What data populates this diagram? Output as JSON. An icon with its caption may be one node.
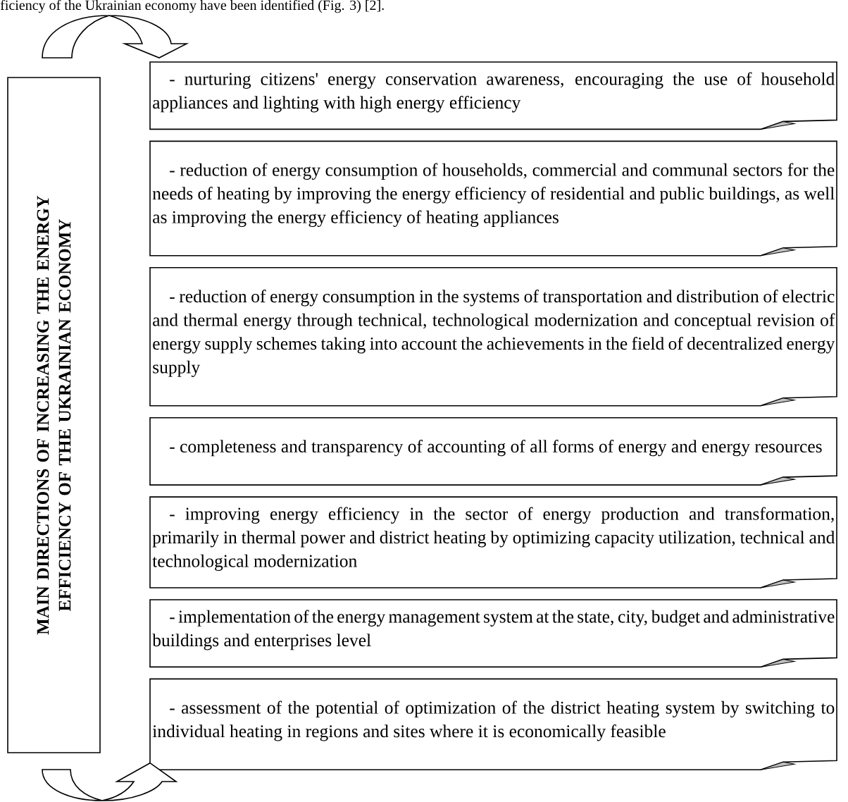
{
  "diagram": {
    "nodes": [
      {
        "text": [
          "MAIN DIRECTIONS OF INCREASING THE ENERGY EFFICIENCY OF THE UKRAINIAN ECONOMY"
        ]
      },
      {
        "text": [
          "- nurturing citizens' energy conservation awareness, encouraging the use of household appliances and lighting with high energy efficiency"
        ]
      },
      {
        "text": [
          "- reduction of energy consumption of households, commercial and communal sectors for the needs of heating by improving the energy efficiency of residential and public buildings, as well as improving the energy efficiency of heating appliances"
        ]
      },
      {
        "text": [
          "- reduction of energy consumption in the systems of transportation and distribution of electric and thermal energy through technical, technological modernization and conceptual revision of energy supply schemes taking into account the achievements in the field of decentralized energy supply"
        ]
      },
      {
        "text": [
          "- completeness and transparency of accounting of all forms of energy and energy resources"
        ]
      },
      {
        "text": [
          "- improving energy efficiency in the sector of energy production and transformation, primarily in thermal power and district heating by optimizing capacity utilization, technical and technological modernization"
        ]
      },
      {
        "text": [
          "- implementation of the energy management system at the state, city, budget and administrative buildings and enterprises level"
        ]
      },
      {
        "text": [
          "- assessment of the potential of optimization of the district heating system by switching to individual heating in regions and sites where it is economically feasible"
        ]
      }
    ],
    "edges": [
      {
        "from": null,
        "to": 1,
        "arrow": "to"
      },
      {
        "from": null,
        "to": 7,
        "arrow": "to"
      }
    ],
    "labels": [
      "ficiency of the Ukrainian economy have been identified (Fig. 3) [2]."
    ]
  }
}
